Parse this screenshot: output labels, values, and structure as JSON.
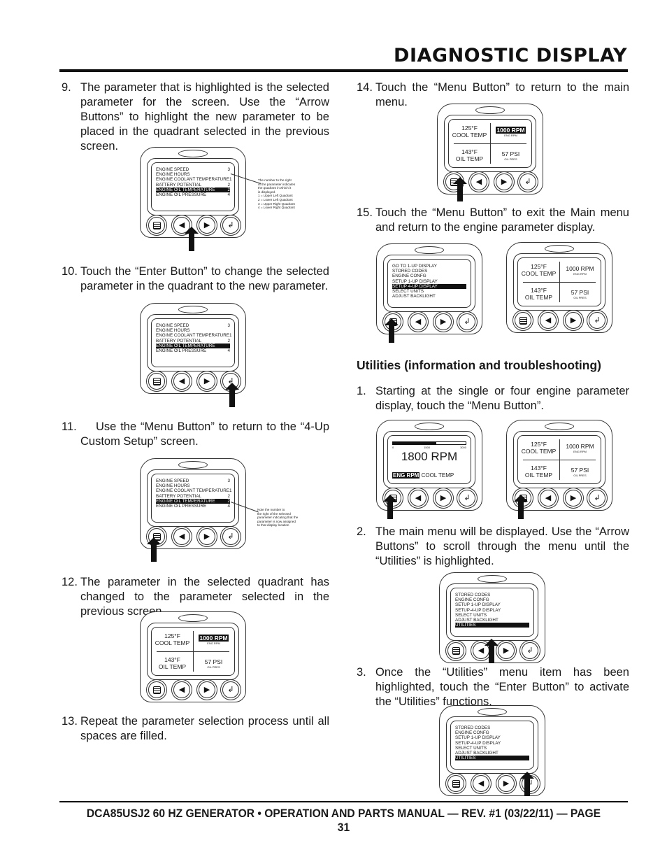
{
  "header": {
    "title": "DIAGNOSTIC DISPLAY"
  },
  "footer": {
    "text": "DCA85USJ2 60 HZ GENERATOR • OPERATION AND PARTS MANUAL — REV. #1 (03/22/11) — PAGE 31"
  },
  "steps": {
    "s9": {
      "num": "9.",
      "text": "The parameter that is highlighted is the selected parameter for the screen. Use the “Arrow Buttons” to highlight the new parameter to be placed in the quadrant selected in the previous screen."
    },
    "s10": {
      "num": "10.",
      "text": "Touch the “Enter Button” to change the selected parameter in the quadrant to the new parameter."
    },
    "s11": {
      "num": "11.",
      "text": "Use the “Menu Button” to return to the “4-Up Custom Setup” screen."
    },
    "s12": {
      "num": "12.",
      "text": "The parameter in the selected quadrant has changed to the parameter selected in the previous screen."
    },
    "s13": {
      "num": "13.",
      "text": "Repeat the parameter selection process until all spaces are filled."
    },
    "s14": {
      "num": "14.",
      "text": "Touch the “Menu Button” to return to the main menu."
    },
    "s15": {
      "num": "15.",
      "text": "Touch the “Menu Button” to exit the Main menu and return to the engine parameter display."
    },
    "u1": {
      "num": "1.",
      "text": "Starting at the single or four engine parameter display, touch the “Menu Button”."
    },
    "u2": {
      "num": "2.",
      "text": "The main menu will be displayed. Use the “Arrow Buttons” to scroll through the menu until the “Utilities” is highlighted."
    },
    "u3": {
      "num": "3.",
      "text": "Once the “Utilities” menu item has been highlighted, touch the “Enter Button” to activate the “Utilities” functions."
    }
  },
  "utilities_heading": "Utilities (information and troubleshooting)",
  "param_list": {
    "rows": [
      {
        "label": "ENGINE SPEED",
        "num": "3"
      },
      {
        "label": "ENGINE HOURS",
        "num": ""
      },
      {
        "label": "ENGINE COOLANT TEMPERATURE",
        "num": "1"
      },
      {
        "label": "BATTERY POTENTIAL",
        "num": "2"
      },
      {
        "label": "ENGINE OIL TEMPERATURE",
        "num": "2"
      },
      {
        "label": "ENGINE OIL PRESSURE",
        "num": "4"
      }
    ],
    "rows_fig2": [
      {
        "label": "ENGINE SPEED",
        "num": "3"
      },
      {
        "label": "ENGINE HOURS",
        "num": ""
      },
      {
        "label": "ENGINE COOLANT TEMPERATURE",
        "num": "1"
      },
      {
        "label": "BATTERY POTENTIAL",
        "num": "2"
      },
      {
        "label": "ENGINE OIL TEMPERATURE",
        "num": ""
      },
      {
        "label": "ENGINE OIL PRESSURE",
        "num": "4"
      }
    ]
  },
  "notes": {
    "quadrant_note": [
      "The number to the right",
      "of the parameter indicates",
      "the quadrant in which it",
      "is displayed.",
      "1 = Upper Left Quadrant",
      "2 = Lower Left Quadrant",
      "3 = Upper Right Quadrant",
      "4 = Lower Right Quadrant"
    ],
    "assigned_note": [
      "Note the number to",
      "the right of the selected",
      "parameter indicating that the",
      "parameter is now assigned",
      "to that display location"
    ]
  },
  "quad": {
    "ul_value": "125°F",
    "ul_label": "COOL TEMP",
    "ur_value": "1000 RPM",
    "ur_label": "ENG RPM",
    "ll_value": "143°F",
    "ll_label": "OIL TEMP",
    "lr_value": "57 PSI",
    "lr_label": "OIL PRES"
  },
  "main_menu": {
    "items_a": [
      "GO TO 1-UP DISPLAY",
      "STORED CODES",
      "ENGINE CONFG",
      "SETUP 1-UP DISPLAY",
      "SETUP 4-UP DISPLAY",
      "SELECT UNITS",
      "ADJUST BACKLIGHT"
    ],
    "items_b": [
      "STORED CODES",
      "ENGINE CONFG",
      "SETUP 1-UP DISPLAY",
      "SETUP-4-UP DISPLAY",
      "SELECT UNITS",
      "ADJUST BACKLIGHT",
      "UTILITIES"
    ]
  },
  "single": {
    "ticks": [
      "0",
      "1500",
      "3000"
    ],
    "value": "1800 RPM",
    "bar_fraction": 0.6,
    "label_active": "ENG RPM",
    "label_next": "COOL  TEMP"
  },
  "icons": {
    "menu": "☰",
    "left": "◀",
    "right": "▶",
    "enter": "↲"
  }
}
